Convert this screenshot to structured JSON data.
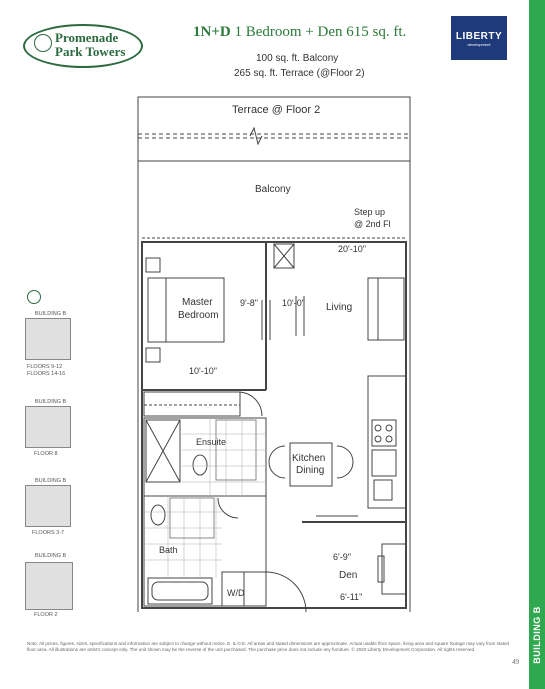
{
  "brand": {
    "line1": "Promenade",
    "line2": "Park Towers",
    "builder_name": "LIBERTY",
    "builder_sub": "development"
  },
  "unit": {
    "code": "1N+D",
    "description": "1 Bedroom + Den 615 sq. ft.",
    "balcony": "100 sq. ft. Balcony",
    "terrace": "265 sq. ft. Terrace (@Floor 2)"
  },
  "rooms": {
    "terrace": "Terrace @ Floor 2",
    "balcony": "Balcony",
    "step_up_1": "Step up",
    "step_up_2": "@ 2nd Fl",
    "living_dim": "20'-10\"",
    "master_1": "Master",
    "master_2": "Bedroom",
    "master_dim_a": "9'-8\"",
    "master_dim_b": "10'-0\"",
    "living": "Living",
    "bed_width": "10'-10\"",
    "ensuite": "Ensuite",
    "kitchen": "Kitchen",
    "dining": "Dining",
    "bath": "Bath",
    "wd": "W/D",
    "den": "Den",
    "den_dim_a": "6'-9\"",
    "den_dim_b": "6'-11\""
  },
  "keyplans": [
    {
      "building": "BUILDING B",
      "floors": [
        "FLOORS 9-12",
        "FLOORS 14-16"
      ]
    },
    {
      "building": "BUILDING B",
      "floors": [
        "FLOOR 8"
      ]
    },
    {
      "building": "BUILDING B",
      "floors": [
        "FLOORS 3-7"
      ]
    },
    {
      "building": "BUILDING B",
      "floors": [
        "FLOOR 2"
      ]
    }
  ],
  "side_label": "BUILDING B",
  "page_number": "49",
  "note": "Note: All prices, figures, sizes, specifications and information are subject to change without notice. E. & O.E. All areas and stated dimensions are approximate. Actual usable floor space, living area and square footage may vary from stated floor area. All illustrations are artist's concept only. The unit shown may be the reverse of the unit purchased. The purchase price does not include any furniture. © 2020 Liberty Development Corporation. All rights reserved."
}
